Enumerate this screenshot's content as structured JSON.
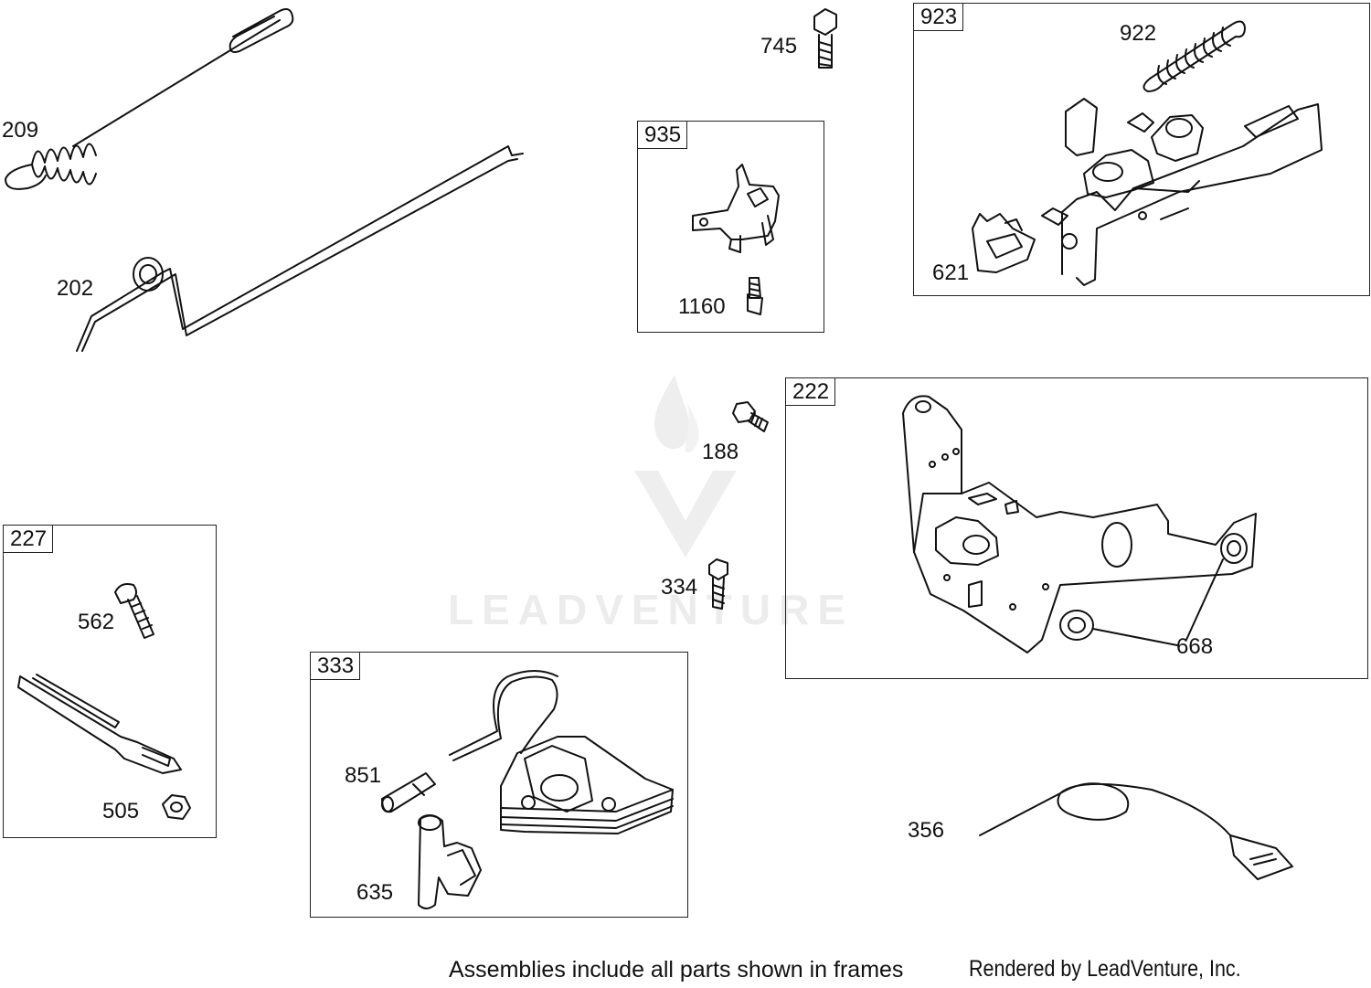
{
  "watermark": {
    "text": "LEADVENTURE"
  },
  "frames": {
    "f935": "935",
    "f923": "923",
    "f222": "222",
    "f227": "227",
    "f333": "333"
  },
  "parts": {
    "p209": "209",
    "p202": "202",
    "p745": "745",
    "p1160": "1160",
    "p922": "922",
    "p621": "621",
    "p188": "188",
    "p334": "334",
    "p668": "668",
    "p562": "562",
    "p505": "505",
    "p851": "851",
    "p635": "635",
    "p356": "356"
  },
  "footer": {
    "note": "Assemblies include all parts shown in frames",
    "credit": "Rendered by LeadVenture, Inc."
  }
}
